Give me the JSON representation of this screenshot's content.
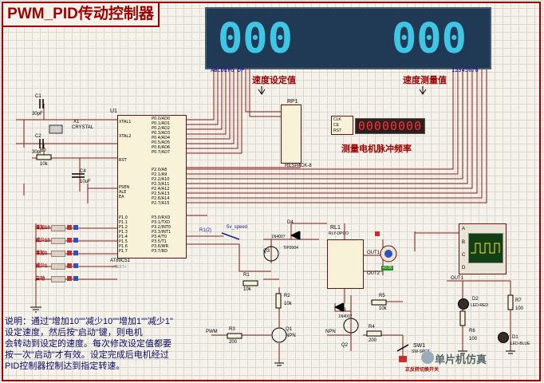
{
  "window": {
    "title": "PWM_PID传动控制器"
  },
  "display": {
    "left_digits": "000",
    "right_digits": "000",
    "left_pins": "ABCDEFG  DP",
    "right_pins": "12345678"
  },
  "labels": {
    "speed_set": "速度设定值",
    "speed_meas": "速度测量值",
    "freq": "测量电机脉冲频率",
    "switch": "正反转切换开关",
    "watermark": "单片机仿真"
  },
  "components": {
    "u1": {
      "ref": "U1",
      "part": "AT89C51",
      "text": "<TEXT>"
    },
    "rp1": {
      "ref": "RP1",
      "part": "RESPACK-8"
    },
    "c1": {
      "ref": "C1",
      "value": "30pF"
    },
    "c2": {
      "ref": "C2",
      "value": "30pF"
    },
    "x1": {
      "ref": "X1",
      "part": "CRYSTAL"
    },
    "r0": {
      "ref": "R0",
      "value": "10k"
    },
    "c4": {
      "ref": "C4",
      "value": "10uF"
    },
    "rl1": {
      "ref": "RL1",
      "part": "RLY-DPCO"
    },
    "d4": {
      "ref": "D4",
      "part": "1N4007"
    },
    "d3": {
      "ref": "D3",
      "part": "1N4007"
    },
    "q3": {
      "ref": "Q3",
      "part": "TIP2004"
    },
    "q1": {
      "ref": "Q1",
      "part": "NPN"
    },
    "q2": {
      "ref": "Q2",
      "part": "NPN"
    },
    "r1": {
      "ref": "R1",
      "value": "10k"
    },
    "r2": {
      "ref": "R2",
      "value": "10k"
    },
    "r3": {
      "ref": "R3",
      "value": "200"
    },
    "r4": {
      "ref": "R4",
      "value": "200"
    },
    "r5": {
      "ref": "R5",
      "value": "10k"
    },
    "r6": {
      "ref": "R6",
      "value": "100"
    },
    "r7": {
      "ref": "R7",
      "value": "100"
    },
    "d1": {
      "ref": "D1",
      "part": "LED-BLUE"
    },
    "d2": {
      "ref": "D2",
      "part": "LED-RED"
    },
    "sw1": {
      "ref": "SW1",
      "part": "SW-SPDT"
    },
    "rv": {
      "ref": "R1(2)",
      "part": "5v_speed"
    },
    "out1": "OUT1",
    "out2": "OUT2",
    "counter_value": "00000000",
    "motor_speed": "+0.00",
    "counter_pins": [
      "CLK",
      "CE",
      "RST"
    ],
    "scope_channels": [
      "A",
      "B",
      "C",
      "D"
    ],
    "pwm_label": "PWM",
    "npn": "NPN"
  },
  "mcu_pins_left": [
    "XTAL1",
    "XTAL2",
    "RST",
    "PSEN",
    "ALE",
    "EA",
    "P1.0",
    "P1.1",
    "P1.2",
    "P1.3",
    "P1.4",
    "P1.5",
    "P1.6",
    "P1.7"
  ],
  "mcu_pins_right": [
    "P0.0/AD0",
    "P0.1/AD1",
    "P0.2/AD2",
    "P0.3/AD3",
    "P0.4/AD4",
    "P0.5/AD5",
    "P0.6/AD6",
    "P0.7/AD7",
    "P2.0/A8",
    "P2.1/A9",
    "P2.2/A10",
    "P2.3/A11",
    "P2.4/A12",
    "P2.5/A13",
    "P2.6/A14",
    "P2.7/A15",
    "P3.0/RXD",
    "P3.1/TXD",
    "P3.2/INT0",
    "P3.3/INT1",
    "P3.4/T0",
    "P3.5/T1",
    "P3.6/WR",
    "P3.7/RD"
  ],
  "buttons": [
    "增加10",
    "减少10",
    "增加1",
    "减少1",
    "启动"
  ],
  "notes": [
    "说明：通过\"增加10\"\"减少10\"\"增加1\"\"减少1\"",
    "设定速度，然后按\"启动\"键，则电机",
    "会转动到设定的速度。每次修改设定值都要",
    "按一次\"启动\"才有效。设定完成后电机经过",
    "PID控制器控制达到指定转速。"
  ],
  "colors": {
    "frame": "#a00000",
    "wire": "#8a1a1a",
    "display_bg": "#203a55",
    "digit": "#3fc6e4",
    "pin_blue": "#1a1aa0"
  }
}
